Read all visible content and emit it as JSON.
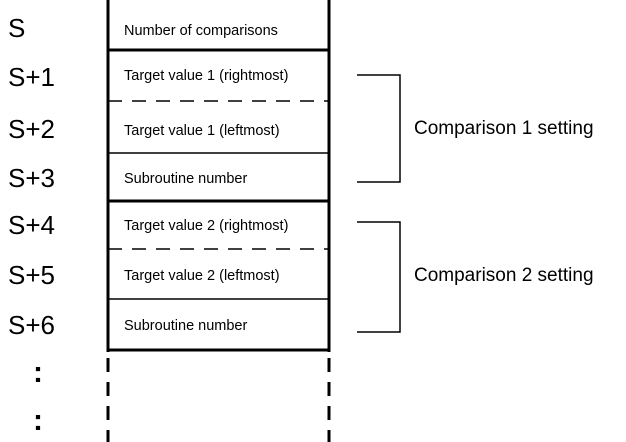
{
  "memory_map": {
    "rows": [
      {
        "address": "S",
        "content": "Number of comparisons"
      },
      {
        "address": "S+1",
        "content": "Target value 1 (rightmost)"
      },
      {
        "address": "S+2",
        "content": "Target value 1 (leftmost)"
      },
      {
        "address": "S+3",
        "content": "Subroutine number"
      },
      {
        "address": "S+4",
        "content": "Target value 2 (rightmost)"
      },
      {
        "address": "S+5",
        "content": "Target value 2 (leftmost)"
      },
      {
        "address": "S+6",
        "content": "Subroutine number"
      }
    ],
    "continuation": [
      ":",
      ":"
    ],
    "groups": [
      {
        "label": "Comparison 1 setting"
      },
      {
        "label": "Comparison 2 setting"
      }
    ]
  }
}
